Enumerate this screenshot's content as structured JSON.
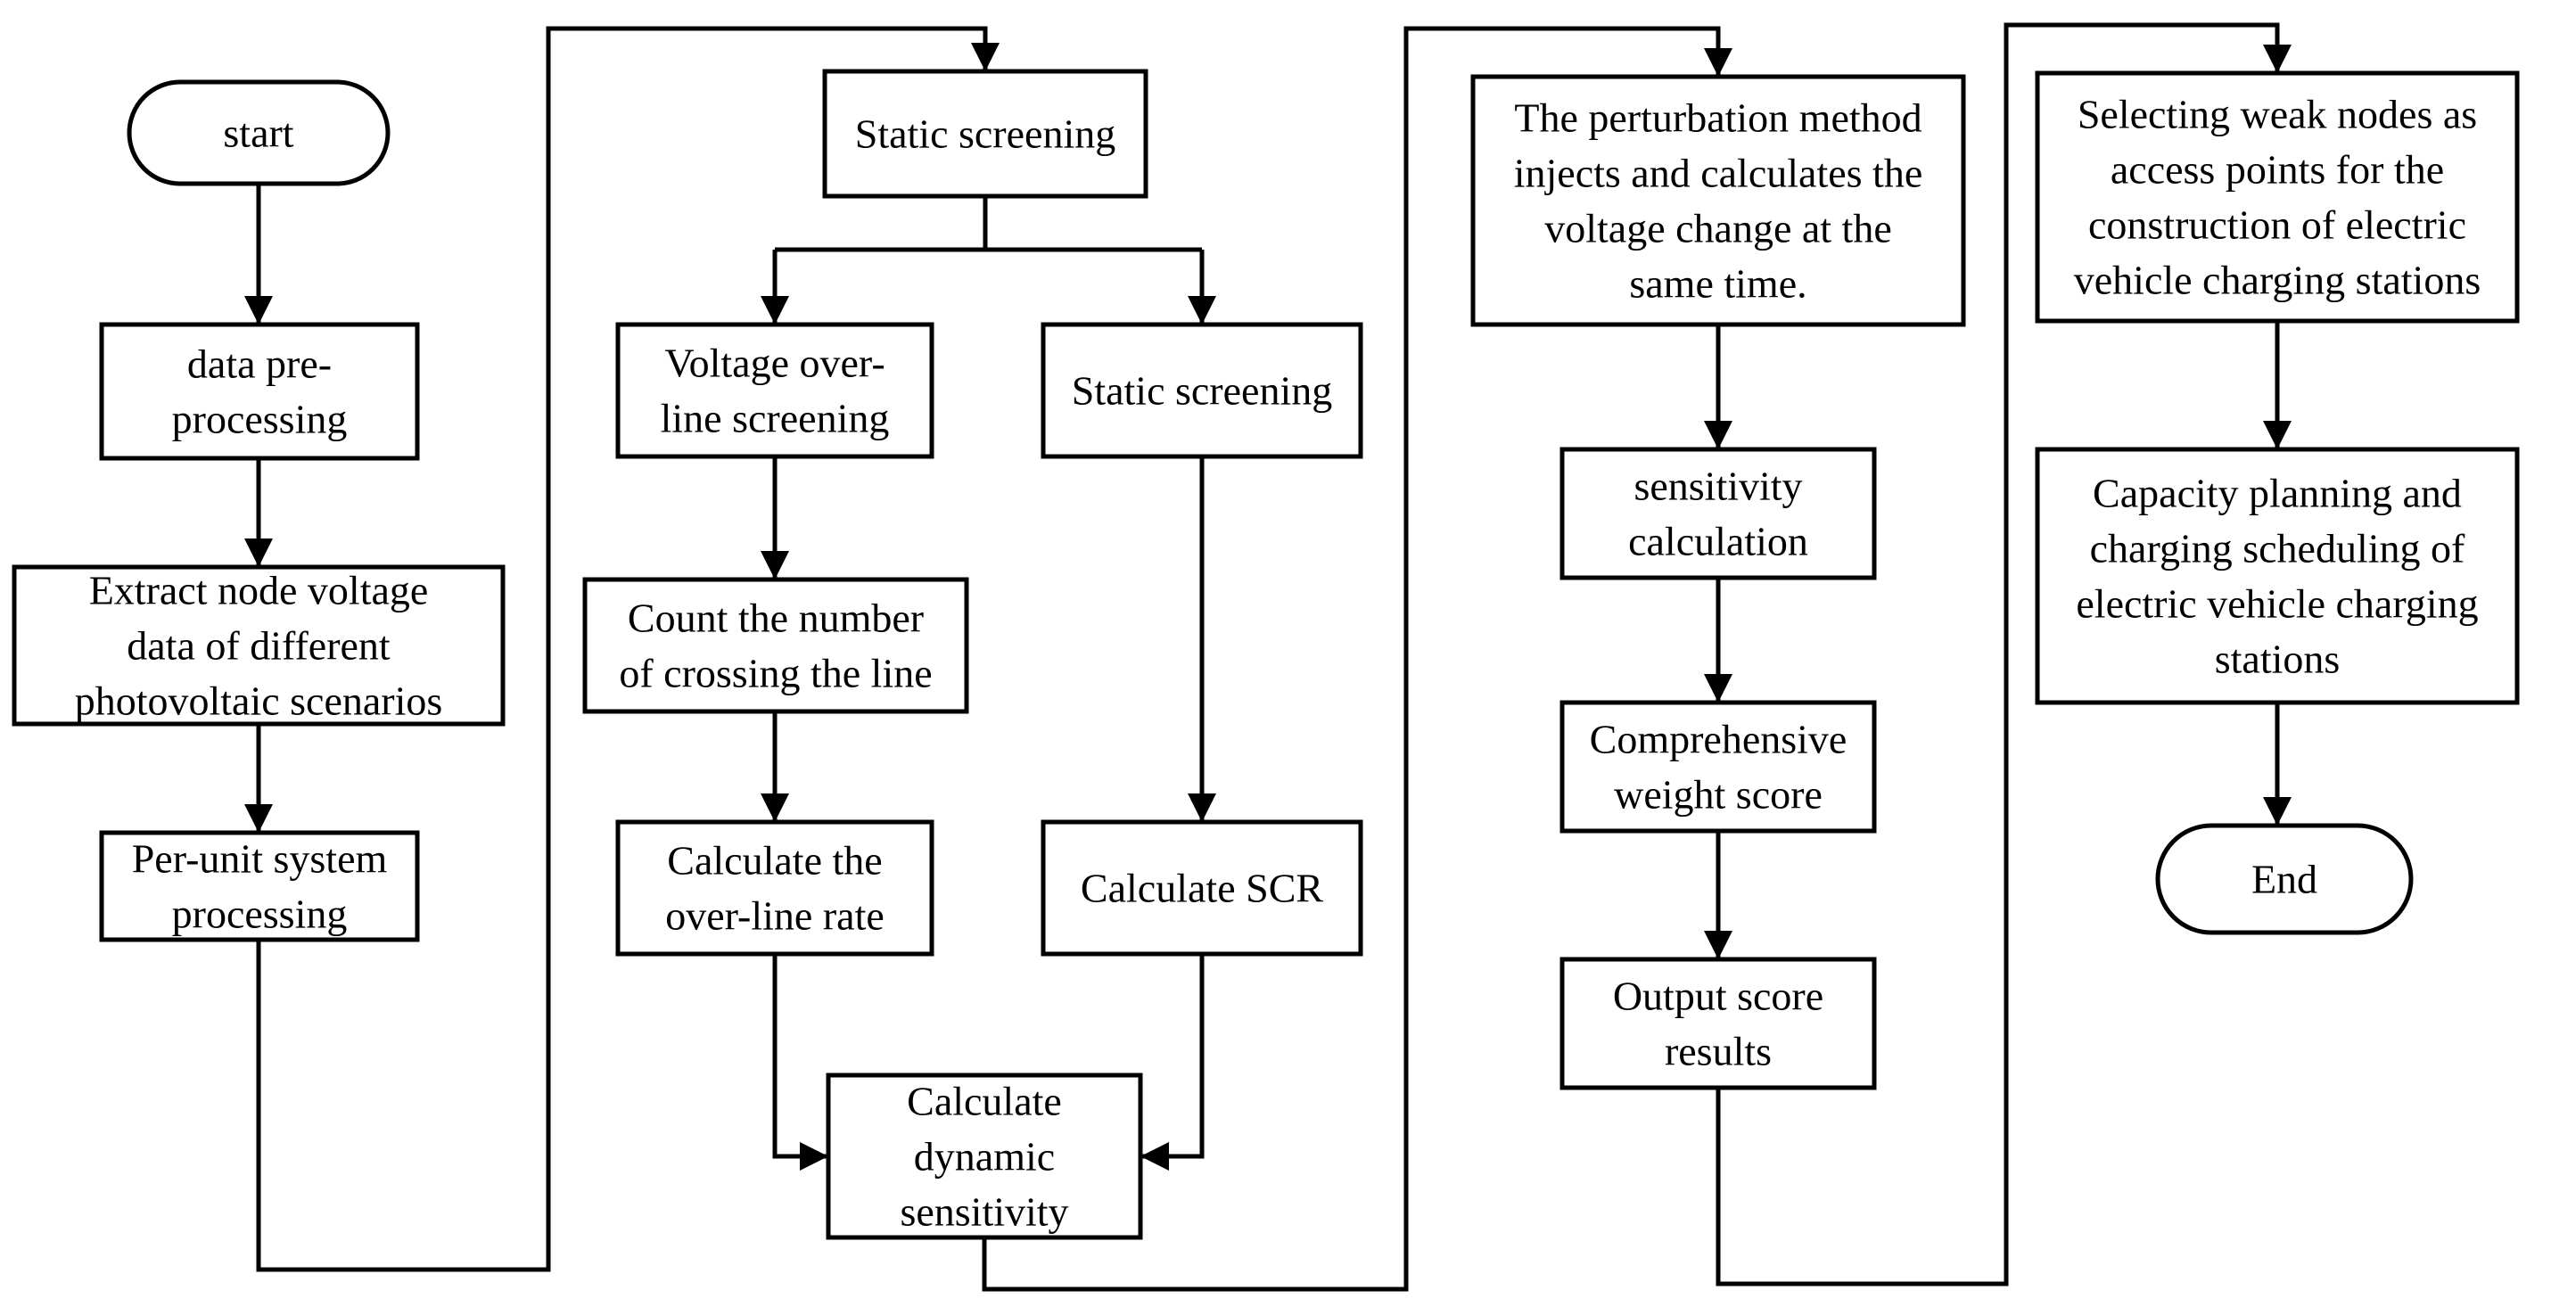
{
  "nodes": {
    "start": [
      "start"
    ],
    "preprocess": [
      "data pre-",
      "processing"
    ],
    "extract": [
      "Extract node voltage",
      "data of different",
      "photovoltaic scenarios"
    ],
    "perunit": [
      "Per-unit system",
      "processing"
    ],
    "static_top": [
      "Static screening"
    ],
    "voltage_screen": [
      "Voltage over-",
      "line screening"
    ],
    "count": [
      "Count the number",
      "of crossing the line"
    ],
    "overline_rate": [
      "Calculate the",
      "over-line rate"
    ],
    "static_right": [
      "Static screening"
    ],
    "scr": [
      "Calculate SCR"
    ],
    "dynamic": [
      "Calculate",
      "dynamic",
      "sensitivity"
    ],
    "perturb": [
      "The perturbation method",
      "injects and calculates the",
      "voltage change at the",
      "same time."
    ],
    "sensitivity": [
      "sensitivity",
      "calculation"
    ],
    "comprehensive": [
      "Comprehensive",
      "weight score"
    ],
    "output": [
      "Output score",
      "results"
    ],
    "select_weak": [
      "Selecting weak nodes as",
      "access points for the",
      "construction of electric",
      "vehicle charging stations"
    ],
    "capacity": [
      "Capacity planning and",
      "charging scheduling of",
      "electric vehicle charging",
      "stations"
    ],
    "end": [
      "End"
    ]
  },
  "colors": {
    "stroke": "#000000",
    "fill": "#ffffff",
    "text": "#000000"
  }
}
